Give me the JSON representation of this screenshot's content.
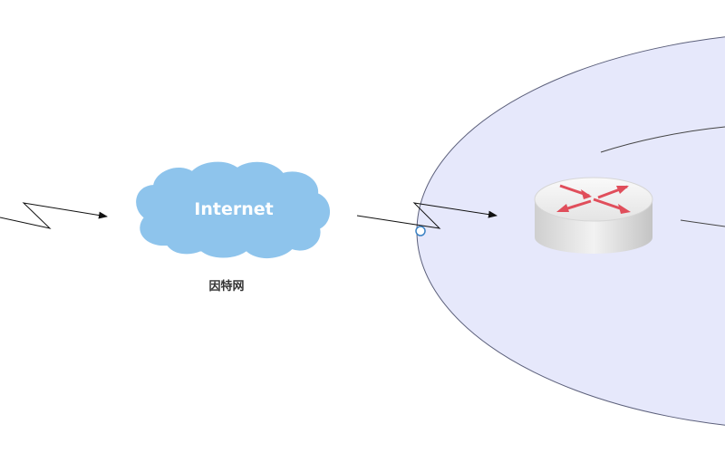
{
  "diagram": {
    "cloud": {
      "label": "Internet",
      "caption": "因特网",
      "icon": "cloud-icon",
      "fill_color": "#8ec4ec"
    },
    "router": {
      "icon": "router-icon",
      "arrow_color": "#e04e5b"
    },
    "zone": {
      "fill_color": "#e6e8fb",
      "stroke_color": "#5b5f7a"
    },
    "links": [
      {
        "from": "left-offscreen",
        "to": "cloud",
        "style": "lightning-arrow"
      },
      {
        "from": "cloud",
        "to": "router",
        "style": "lightning-arrow"
      }
    ]
  }
}
